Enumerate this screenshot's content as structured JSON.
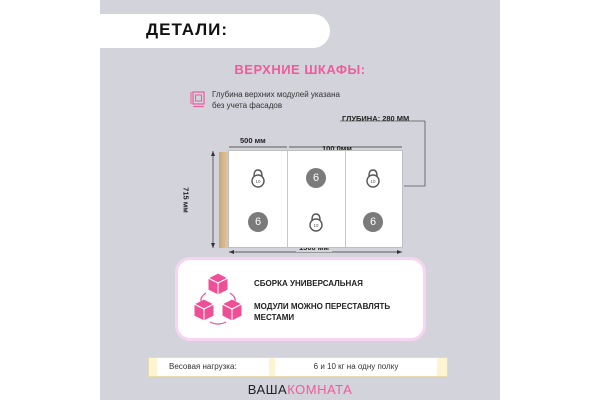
{
  "header": {
    "title": "ДЕТАЛИ:"
  },
  "section": {
    "title": "ВЕРХНИЕ ШКАФЫ:"
  },
  "note": {
    "icon": "furniture-dimension-icon",
    "line1": "Глубина верхних модулей указана",
    "line2": "без учета фасадов"
  },
  "dimensions": {
    "depth": "ГЛУБИНА: 280 ММ",
    "module_width": "500 мм",
    "middle_width": "100 0мм",
    "total_width": "1500 мм",
    "height": "715 мм"
  },
  "cabinet": {
    "badge_value": "6",
    "weight_icon": "kettlebell-icon",
    "weight_text": "10",
    "layout": [
      [
        "weight",
        "badge",
        "weight"
      ],
      [
        "badge",
        "weight",
        "badge"
      ]
    ]
  },
  "features": {
    "icon": "cubes-icon",
    "item1": "СБОРКА УНИВЕРСАЛЬНАЯ",
    "item2_line1": "МОДУЛИ МОЖНО ПЕРЕСТАВЛЯТЬ",
    "item2_line2": "МЕСТАМИ"
  },
  "load": {
    "label": "Весовая нагрузка:",
    "value": "6 и 10 кг на одну полку"
  },
  "brand": {
    "part1": "ВАША",
    "part2": "КОМНАТА"
  },
  "colors": {
    "accent": "#ef5b9c",
    "panel": "#d3d3dc",
    "load_bar": "#fdf5d2",
    "badge": "#7b7b7b"
  }
}
